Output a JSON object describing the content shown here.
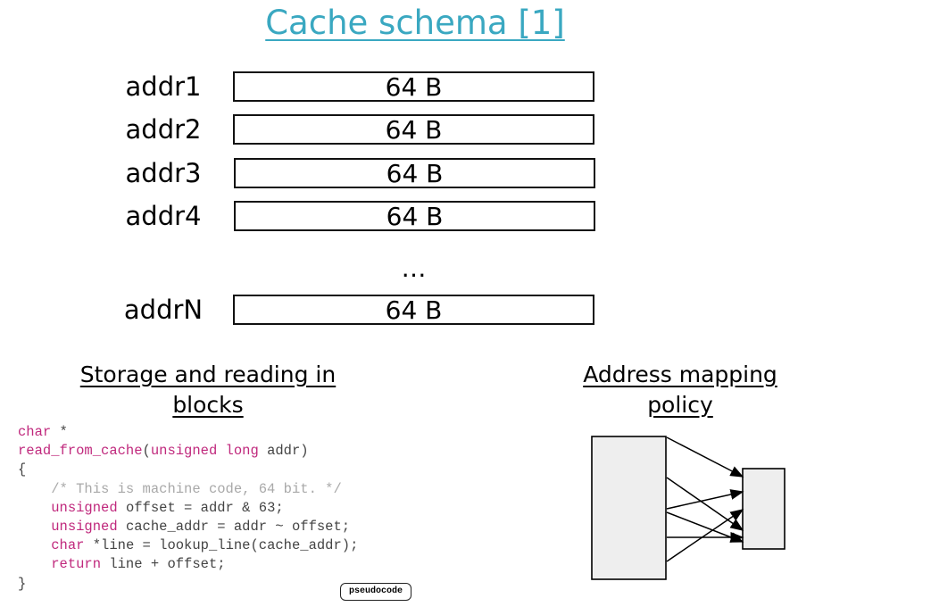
{
  "title": "Cache schema [1]",
  "cache_lines": [
    {
      "addr": "addr1",
      "size": "64 B"
    },
    {
      "addr": "addr2",
      "size": "64 B"
    },
    {
      "addr": "addr3",
      "size": "64 B"
    },
    {
      "addr": "addr4",
      "size": "64 B"
    },
    {
      "addr": "addrN",
      "size": "64 B"
    }
  ],
  "ellipsis": "…",
  "storage_heading": {
    "line1": "Storage and reading in",
    "line2": "blocks"
  },
  "mapping_heading": {
    "line1": "Address mapping",
    "line2": "policy"
  },
  "code": {
    "l1_kw": "char",
    "l1_rest": " *",
    "l2_fn": "read_from_cache",
    "l2_open": "(",
    "l2_kw": "unsigned long",
    "l2_rest": " addr)",
    "l3": "{",
    "l4_comment": "/* This is machine code, 64 bit. */",
    "l5_kw": "unsigned",
    "l5_rest": " offset = addr & 63;",
    "l6_kw": "unsigned",
    "l6_rest": " cache_addr = addr ~ offset;",
    "l7_kw": "char",
    "l7_rest": " *line = lookup_line(cache_addr);",
    "l8_kw": "return",
    "l8_rest": " line + offset;",
    "l9": "}"
  },
  "badge": "pseudocode",
  "colors": {
    "title": "#3aa8c1",
    "keyword": "#c0297d",
    "comment": "#a9a9a9",
    "box_fill": "#eeeeee"
  }
}
